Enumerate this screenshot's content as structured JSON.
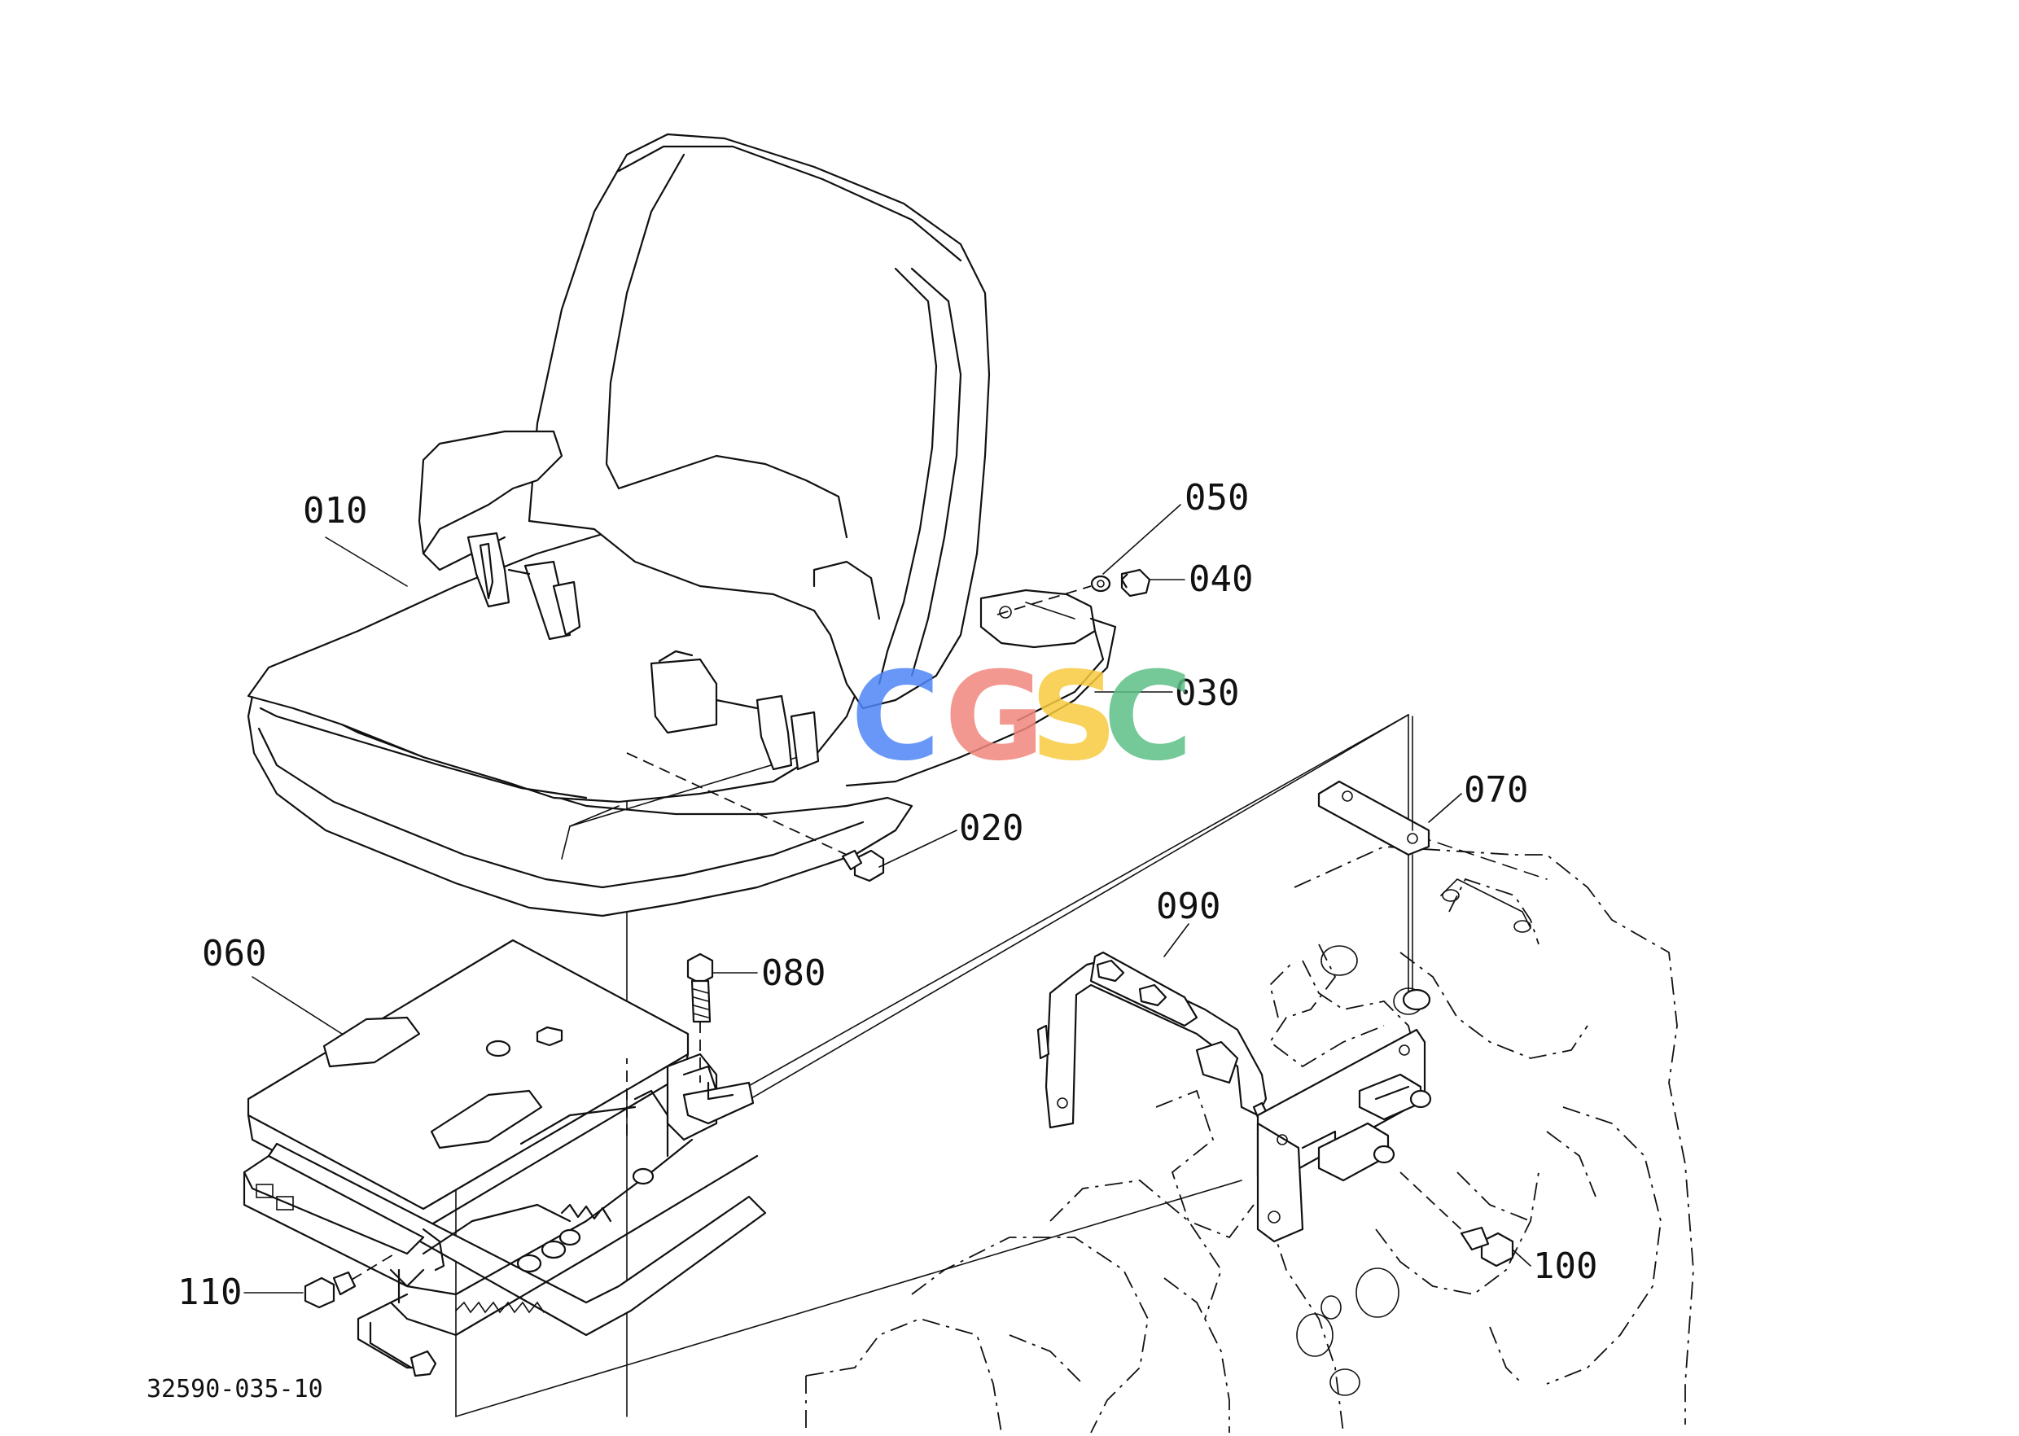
{
  "callouts": {
    "c010": "010",
    "c020": "020",
    "c030": "030",
    "c040": "040",
    "c050": "050",
    "c060": "060",
    "c070": "070",
    "c080": "080",
    "c090": "090",
    "c100": "100",
    "c110": "110"
  },
  "drawing_number": "32590-035-10",
  "watermark": {
    "letters": [
      "C",
      "G",
      "S",
      "C"
    ],
    "colors": [
      "#4f86f7",
      "#f2877d",
      "#f7cb3f",
      "#5dbf85"
    ]
  }
}
